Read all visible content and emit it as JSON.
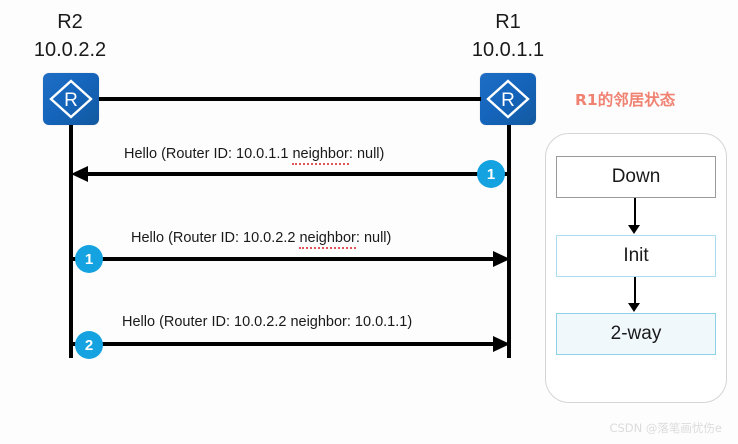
{
  "diagram": {
    "title_right_panel": "R1的邻居状态",
    "watermark": "CSDN @落笔画忧伤e",
    "nodes": [
      {
        "name": "R2",
        "ip": "10.0.2.2",
        "icon": "router-icon",
        "letter": "R"
      },
      {
        "name": "R1",
        "ip": "10.0.1.1",
        "icon": "router-icon",
        "letter": "R"
      }
    ],
    "messages": [
      {
        "id": "msg-1",
        "direction": "right-to-left",
        "text": "Hello (Router ID: 10.0.1.1 neighbor: null)",
        "text_pre": "Hello (Router ID: 10.0.1.1 ",
        "text_spell": "neighbor",
        "text_post": ": null)",
        "badge": "1",
        "badge_side": "right"
      },
      {
        "id": "msg-2",
        "direction": "left-to-right",
        "text": "Hello (Router ID: 10.0.2.2 neighbor: null)",
        "text_pre": "Hello (Router ID: 10.0.2.2 ",
        "text_spell": "neighbor",
        "text_post": ": null)",
        "badge": "1",
        "badge_side": "left"
      },
      {
        "id": "msg-3",
        "direction": "left-to-right",
        "text": "Hello (Router ID: 10.0.2.2 neighbor: 10.0.1.1)",
        "text_pre": "Hello (Router ID: 10.0.2.2 neighbor: 10.0.1.1)",
        "text_spell": "",
        "text_post": "",
        "badge": "2",
        "badge_side": "left"
      }
    ],
    "states": [
      {
        "label": "Down",
        "style": "gray-outline"
      },
      {
        "label": "Init",
        "style": "blue-outline"
      },
      {
        "label": "2-way",
        "style": "blue-filled"
      }
    ],
    "colors": {
      "router_blue": "#1565bd",
      "badge_blue": "#14a3e0",
      "title_salmon": "#f08272",
      "state_blue_border": "#8fd2e8",
      "state_blue_fill": "#f1f8fc",
      "state_gray_border": "#9a9a9a",
      "line_black": "#000000",
      "spell_underline_red": "#e05555",
      "watermark_gray": "#dcdcdc"
    }
  }
}
